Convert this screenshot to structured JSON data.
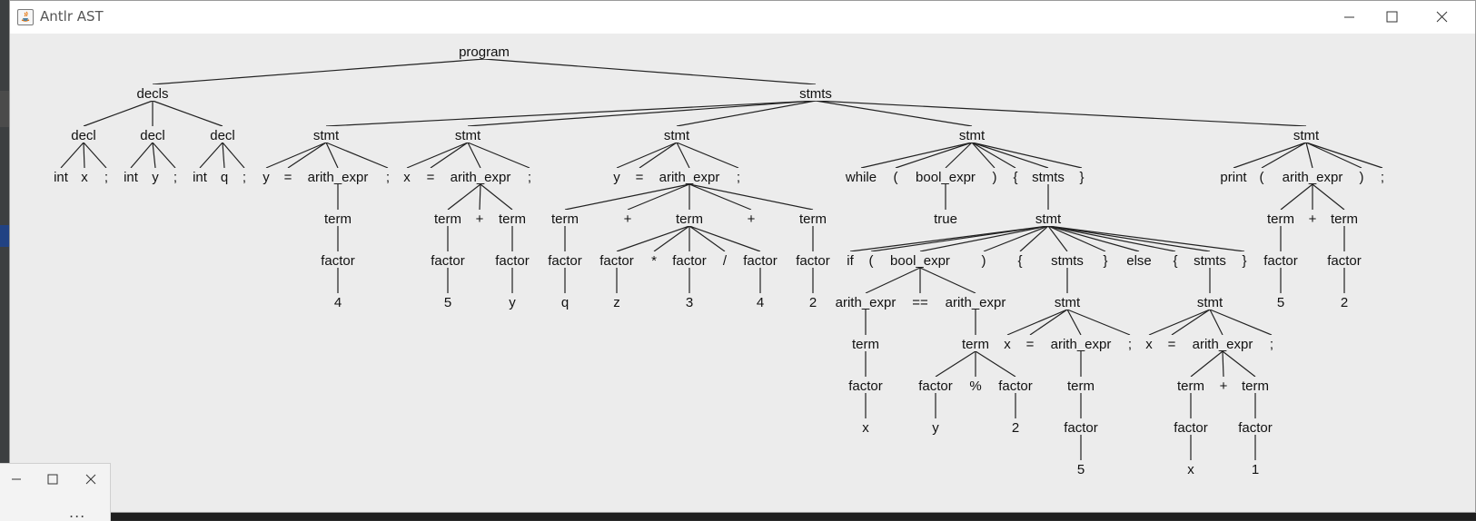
{
  "window": {
    "title": "Antlr AST"
  },
  "titlebar_icons": {
    "app": "java-icon",
    "minimize": "minimize-icon",
    "maximize": "maximize-icon",
    "close": "close-icon"
  },
  "tree": {
    "nodes": [
      {
        "id": "n0",
        "label": "program"
      },
      {
        "id": "n1",
        "label": "decls"
      },
      {
        "id": "n2",
        "label": "stmts"
      },
      {
        "id": "n3",
        "label": "decl"
      },
      {
        "id": "n4",
        "label": "decl"
      },
      {
        "id": "n5",
        "label": "decl"
      },
      {
        "id": "n6",
        "label": "int"
      },
      {
        "id": "n7",
        "label": "x"
      },
      {
        "id": "n8",
        "label": ";"
      },
      {
        "id": "n9",
        "label": "int"
      },
      {
        "id": "n10",
        "label": "y"
      },
      {
        "id": "n11",
        "label": ";"
      },
      {
        "id": "n12",
        "label": "int"
      },
      {
        "id": "n13",
        "label": "q"
      },
      {
        "id": "n14",
        "label": ";"
      },
      {
        "id": "n15",
        "label": "stmt"
      },
      {
        "id": "n16",
        "label": "stmt"
      },
      {
        "id": "n17",
        "label": "stmt"
      },
      {
        "id": "n18",
        "label": "stmt"
      },
      {
        "id": "n19",
        "label": "stmt"
      },
      {
        "id": "n20",
        "label": "y"
      },
      {
        "id": "n21",
        "label": "="
      },
      {
        "id": "n22",
        "label": "arith_expr"
      },
      {
        "id": "n23",
        "label": ";"
      },
      {
        "id": "n24",
        "label": "term"
      },
      {
        "id": "n25",
        "label": "factor"
      },
      {
        "id": "n26",
        "label": "4"
      },
      {
        "id": "n27",
        "label": "x"
      },
      {
        "id": "n28",
        "label": "="
      },
      {
        "id": "n29",
        "label": "arith_expr"
      },
      {
        "id": "n30",
        "label": ";"
      },
      {
        "id": "n31",
        "label": "term"
      },
      {
        "id": "n32",
        "label": "+"
      },
      {
        "id": "n33",
        "label": "term"
      },
      {
        "id": "n34",
        "label": "factor"
      },
      {
        "id": "n35",
        "label": "factor"
      },
      {
        "id": "n36",
        "label": "5"
      },
      {
        "id": "n37",
        "label": "y"
      },
      {
        "id": "n38",
        "label": "y"
      },
      {
        "id": "n39",
        "label": "="
      },
      {
        "id": "n40",
        "label": "arith_expr"
      },
      {
        "id": "n41",
        "label": ";"
      },
      {
        "id": "n42",
        "label": "term"
      },
      {
        "id": "n43",
        "label": "+"
      },
      {
        "id": "n44",
        "label": "term"
      },
      {
        "id": "n45",
        "label": "+"
      },
      {
        "id": "n46",
        "label": "term"
      },
      {
        "id": "n47",
        "label": "factor"
      },
      {
        "id": "n48",
        "label": "q"
      },
      {
        "id": "n49",
        "label": "factor"
      },
      {
        "id": "n50",
        "label": "*"
      },
      {
        "id": "n51",
        "label": "factor"
      },
      {
        "id": "n52",
        "label": "/"
      },
      {
        "id": "n53",
        "label": "factor"
      },
      {
        "id": "n54",
        "label": "z"
      },
      {
        "id": "n55",
        "label": "3"
      },
      {
        "id": "n56",
        "label": "4"
      },
      {
        "id": "n57",
        "label": "factor"
      },
      {
        "id": "n58",
        "label": "2"
      },
      {
        "id": "n59",
        "label": "while"
      },
      {
        "id": "n60",
        "label": "("
      },
      {
        "id": "n61",
        "label": "bool_expr"
      },
      {
        "id": "n62",
        "label": ")"
      },
      {
        "id": "n63",
        "label": "{"
      },
      {
        "id": "n64",
        "label": "stmts"
      },
      {
        "id": "n65",
        "label": "}"
      },
      {
        "id": "n66",
        "label": "true"
      },
      {
        "id": "n67",
        "label": "stmt"
      },
      {
        "id": "n68",
        "label": "if"
      },
      {
        "id": "n69",
        "label": "("
      },
      {
        "id": "n70",
        "label": "bool_expr"
      },
      {
        "id": "n71",
        "label": ")"
      },
      {
        "id": "n72",
        "label": "{"
      },
      {
        "id": "n73",
        "label": "stmts"
      },
      {
        "id": "n74",
        "label": "}"
      },
      {
        "id": "n75",
        "label": "else"
      },
      {
        "id": "n76",
        "label": "{"
      },
      {
        "id": "n77",
        "label": "stmts"
      },
      {
        "id": "n78",
        "label": "}"
      },
      {
        "id": "n79",
        "label": "arith_expr"
      },
      {
        "id": "n80",
        "label": "=="
      },
      {
        "id": "n81",
        "label": "arith_expr"
      },
      {
        "id": "n82",
        "label": "term"
      },
      {
        "id": "n83",
        "label": "factor"
      },
      {
        "id": "n84",
        "label": "x"
      },
      {
        "id": "n85",
        "label": "term"
      },
      {
        "id": "n86",
        "label": "factor"
      },
      {
        "id": "n87",
        "label": "%"
      },
      {
        "id": "n88",
        "label": "factor"
      },
      {
        "id": "n89",
        "label": "y"
      },
      {
        "id": "n90",
        "label": "2"
      },
      {
        "id": "n91",
        "label": "stmt"
      },
      {
        "id": "n92",
        "label": "x"
      },
      {
        "id": "n93",
        "label": "="
      },
      {
        "id": "n94",
        "label": "arith_expr"
      },
      {
        "id": "n95",
        "label": ";"
      },
      {
        "id": "n96",
        "label": "term"
      },
      {
        "id": "n97",
        "label": "factor"
      },
      {
        "id": "n98",
        "label": "5"
      },
      {
        "id": "n99",
        "label": "stmt"
      },
      {
        "id": "n100",
        "label": "x"
      },
      {
        "id": "n101",
        "label": "="
      },
      {
        "id": "n102",
        "label": "arith_expr"
      },
      {
        "id": "n103",
        "label": ";"
      },
      {
        "id": "n104",
        "label": "term"
      },
      {
        "id": "n105",
        "label": "+"
      },
      {
        "id": "n106",
        "label": "term"
      },
      {
        "id": "n107",
        "label": "factor"
      },
      {
        "id": "n108",
        "label": "x"
      },
      {
        "id": "n109",
        "label": "factor"
      },
      {
        "id": "n110",
        "label": "1"
      },
      {
        "id": "n111",
        "label": "print"
      },
      {
        "id": "n112",
        "label": "("
      },
      {
        "id": "n113",
        "label": "arith_expr"
      },
      {
        "id": "n114",
        "label": ")"
      },
      {
        "id": "n115",
        "label": ";"
      },
      {
        "id": "n116",
        "label": "term"
      },
      {
        "id": "n117",
        "label": "+"
      },
      {
        "id": "n118",
        "label": "term"
      },
      {
        "id": "n119",
        "label": "factor"
      },
      {
        "id": "n120",
        "label": "factor"
      },
      {
        "id": "n121",
        "label": "5"
      },
      {
        "id": "n122",
        "label": "2"
      }
    ],
    "edges": [
      [
        "n0",
        "n1"
      ],
      [
        "n0",
        "n2"
      ],
      [
        "n1",
        "n3"
      ],
      [
        "n1",
        "n4"
      ],
      [
        "n1",
        "n5"
      ],
      [
        "n3",
        "n6"
      ],
      [
        "n3",
        "n7"
      ],
      [
        "n3",
        "n8"
      ],
      [
        "n4",
        "n9"
      ],
      [
        "n4",
        "n10"
      ],
      [
        "n4",
        "n11"
      ],
      [
        "n5",
        "n12"
      ],
      [
        "n5",
        "n13"
      ],
      [
        "n5",
        "n14"
      ],
      [
        "n2",
        "n15"
      ],
      [
        "n2",
        "n16"
      ],
      [
        "n2",
        "n17"
      ],
      [
        "n2",
        "n18"
      ],
      [
        "n2",
        "n19"
      ],
      [
        "n15",
        "n20"
      ],
      [
        "n15",
        "n21"
      ],
      [
        "n15",
        "n22"
      ],
      [
        "n15",
        "n23"
      ],
      [
        "n22",
        "n24"
      ],
      [
        "n24",
        "n25"
      ],
      [
        "n25",
        "n26"
      ],
      [
        "n16",
        "n27"
      ],
      [
        "n16",
        "n28"
      ],
      [
        "n16",
        "n29"
      ],
      [
        "n16",
        "n30"
      ],
      [
        "n29",
        "n31"
      ],
      [
        "n29",
        "n32"
      ],
      [
        "n29",
        "n33"
      ],
      [
        "n31",
        "n34"
      ],
      [
        "n33",
        "n35"
      ],
      [
        "n34",
        "n36"
      ],
      [
        "n35",
        "n37"
      ],
      [
        "n17",
        "n38"
      ],
      [
        "n17",
        "n39"
      ],
      [
        "n17",
        "n40"
      ],
      [
        "n17",
        "n41"
      ],
      [
        "n40",
        "n42"
      ],
      [
        "n40",
        "n43"
      ],
      [
        "n40",
        "n44"
      ],
      [
        "n40",
        "n45"
      ],
      [
        "n40",
        "n46"
      ],
      [
        "n42",
        "n47"
      ],
      [
        "n47",
        "n48"
      ],
      [
        "n44",
        "n49"
      ],
      [
        "n44",
        "n50"
      ],
      [
        "n44",
        "n51"
      ],
      [
        "n44",
        "n52"
      ],
      [
        "n44",
        "n53"
      ],
      [
        "n49",
        "n54"
      ],
      [
        "n51",
        "n55"
      ],
      [
        "n53",
        "n56"
      ],
      [
        "n46",
        "n57"
      ],
      [
        "n57",
        "n58"
      ],
      [
        "n18",
        "n59"
      ],
      [
        "n18",
        "n60"
      ],
      [
        "n18",
        "n61"
      ],
      [
        "n18",
        "n62"
      ],
      [
        "n18",
        "n63"
      ],
      [
        "n18",
        "n64"
      ],
      [
        "n18",
        "n65"
      ],
      [
        "n61",
        "n66"
      ],
      [
        "n64",
        "n67"
      ],
      [
        "n67",
        "n68"
      ],
      [
        "n67",
        "n69"
      ],
      [
        "n67",
        "n70"
      ],
      [
        "n67",
        "n71"
      ],
      [
        "n67",
        "n72"
      ],
      [
        "n67",
        "n73"
      ],
      [
        "n67",
        "n74"
      ],
      [
        "n67",
        "n75"
      ],
      [
        "n67",
        "n76"
      ],
      [
        "n67",
        "n77"
      ],
      [
        "n67",
        "n78"
      ],
      [
        "n70",
        "n79"
      ],
      [
        "n70",
        "n80"
      ],
      [
        "n70",
        "n81"
      ],
      [
        "n79",
        "n82"
      ],
      [
        "n82",
        "n83"
      ],
      [
        "n83",
        "n84"
      ],
      [
        "n81",
        "n85"
      ],
      [
        "n85",
        "n86"
      ],
      [
        "n85",
        "n87"
      ],
      [
        "n85",
        "n88"
      ],
      [
        "n86",
        "n89"
      ],
      [
        "n88",
        "n90"
      ],
      [
        "n73",
        "n91"
      ],
      [
        "n91",
        "n92"
      ],
      [
        "n91",
        "n93"
      ],
      [
        "n91",
        "n94"
      ],
      [
        "n91",
        "n95"
      ],
      [
        "n94",
        "n96"
      ],
      [
        "n96",
        "n97"
      ],
      [
        "n97",
        "n98"
      ],
      [
        "n77",
        "n99"
      ],
      [
        "n99",
        "n100"
      ],
      [
        "n99",
        "n101"
      ],
      [
        "n99",
        "n102"
      ],
      [
        "n99",
        "n103"
      ],
      [
        "n102",
        "n104"
      ],
      [
        "n102",
        "n105"
      ],
      [
        "n102",
        "n106"
      ],
      [
        "n104",
        "n107"
      ],
      [
        "n106",
        "n109"
      ],
      [
        "n107",
        "n108"
      ],
      [
        "n109",
        "n110"
      ],
      [
        "n19",
        "n111"
      ],
      [
        "n19",
        "n112"
      ],
      [
        "n19",
        "n113"
      ],
      [
        "n19",
        "n114"
      ],
      [
        "n19",
        "n115"
      ],
      [
        "n113",
        "n116"
      ],
      [
        "n113",
        "n117"
      ],
      [
        "n113",
        "n118"
      ],
      [
        "n116",
        "n119"
      ],
      [
        "n118",
        "n120"
      ],
      [
        "n119",
        "n121"
      ],
      [
        "n120",
        "n122"
      ]
    ]
  },
  "mini_window": {
    "more_label": "..."
  }
}
